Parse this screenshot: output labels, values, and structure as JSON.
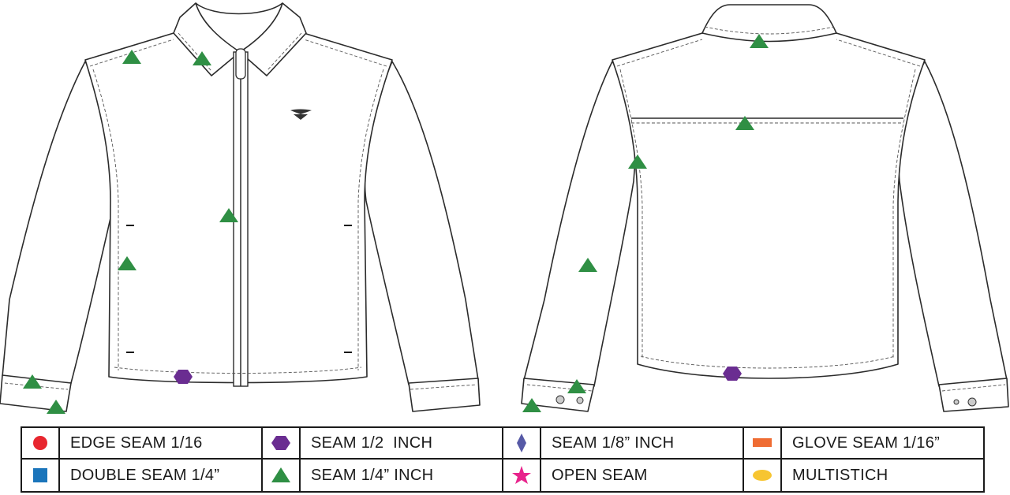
{
  "legend": {
    "rows": [
      [
        {
          "label": "EDGE SEAM 1/16",
          "icon": "red-circle-icon",
          "color": "#e8262f"
        },
        {
          "label": "SEAM 1/2  INCH",
          "icon": "purple-hexagon-icon",
          "color": "#6a2d91"
        },
        {
          "label": "SEAM 1/8” INCH",
          "icon": "blue-diamond-icon",
          "color": "#5659a6"
        },
        {
          "label": "GLOVE SEAM 1/16”",
          "icon": "orange-rectangle-icon",
          "color": "#ef6c33"
        }
      ],
      [
        {
          "label": "DOUBLE SEAM 1/4”",
          "icon": "blue-square-icon",
          "color": "#1b75bb"
        },
        {
          "label": "SEAM 1/4” INCH",
          "icon": "green-triangle-icon",
          "color": "#2f8f44"
        },
        {
          "label": "OPEN SEAM",
          "icon": "pink-star-icon",
          "color": "#e8248c"
        },
        {
          "label": "MULTISTICH",
          "icon": "yellow-ellipse-icon",
          "color": "#f7c531"
        }
      ]
    ]
  },
  "markers": {
    "seam_quarter_color": "#2f8f44",
    "seam_half_color": "#6a2d91"
  }
}
